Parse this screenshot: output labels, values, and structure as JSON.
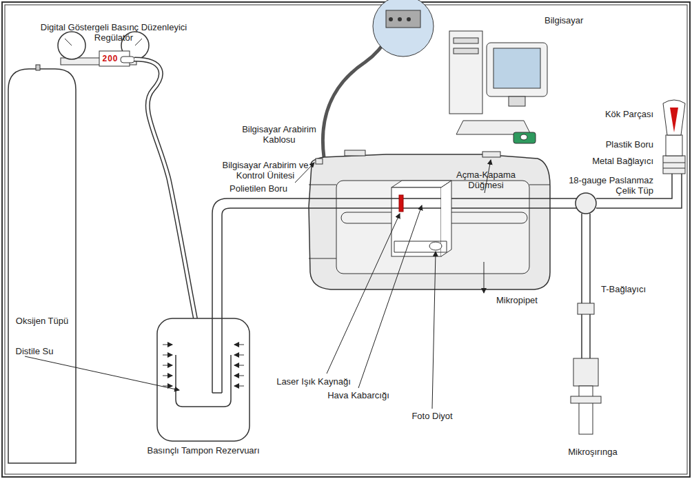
{
  "diagram": {
    "labels": [
      "Bilgisayar",
      "Bilgisayar Arabirim Kablosu",
      "Digital Göstergeli Basınç Düzenleyici Regülatör",
      "200",
      "Kök Parçası",
      "Plastik Boru",
      "Metal Bağlayıcı",
      "18-gauge Paslanmaz Çelik Tüp",
      "Bilgisayar Arabirim ve Kontrol Ünitesi",
      "Açma-Kapama Düğmesi",
      "Polietilen Boru",
      "Oksijen Tüpü",
      "T-Bağlayıcı",
      "Distile Su",
      "Laser Işık Kaynağı",
      "Mikropipet",
      "Hava Kabarcığı",
      "Foto Diyot",
      "Basınçlı Tampon Rezervuarı",
      "Mikroşırınga"
    ]
  }
}
